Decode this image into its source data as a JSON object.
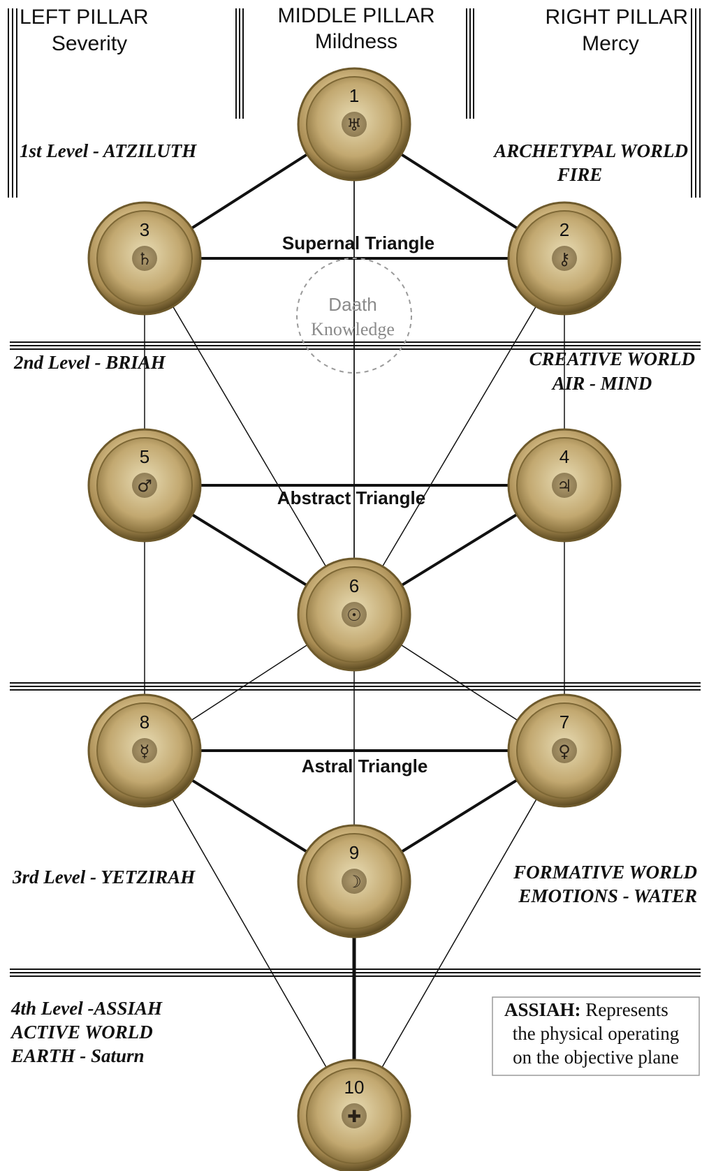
{
  "pillars": {
    "left": {
      "title": "LEFT PILLAR",
      "subtitle": "Severity"
    },
    "middle": {
      "title": "MIDDLE PILLAR",
      "subtitle": "Mildness"
    },
    "right": {
      "title": "RIGHT PILLAR",
      "subtitle": "Mercy"
    }
  },
  "levels": {
    "first": {
      "left": "1st Level - ATZILUTH",
      "right_line1": "ARCHETYPAL WORLD",
      "right_line2": "FIRE"
    },
    "second": {
      "left": "2nd Level - BRIAH",
      "right_line1": "CREATIVE WORLD",
      "right_line2": "AIR - MIND"
    },
    "third": {
      "left": "3rd Level - YETZIRAH",
      "right_line1": "FORMATIVE WORLD",
      "right_line2": "EMOTIONS - WATER"
    },
    "fourth": {
      "line1": "4th Level -ASSIAH",
      "line2": "ACTIVE WORLD",
      "line3": "EARTH - Saturn"
    }
  },
  "triangles": {
    "supernal": "Supernal Triangle",
    "abstract": "Abstract Triangle",
    "astral": "Astral Triangle"
  },
  "daath": {
    "line1": "Daath",
    "line2": "Knowledge"
  },
  "note": {
    "bold": "ASSIAH:",
    "line1_rest": " Represents",
    "line2": "the physical operating",
    "line3": "on the objective plane"
  },
  "sephiroth": [
    {
      "num": "1",
      "symbol": "♅",
      "icon": "uranus-icon"
    },
    {
      "num": "2",
      "symbol": "⚷",
      "icon": "chiron-icon"
    },
    {
      "num": "3",
      "symbol": "♄",
      "icon": "saturn-icon"
    },
    {
      "num": "4",
      "symbol": "♃",
      "icon": "jupiter-icon"
    },
    {
      "num": "5",
      "symbol": "♂",
      "icon": "mars-icon"
    },
    {
      "num": "6",
      "symbol": "☉",
      "icon": "sun-icon"
    },
    {
      "num": "7",
      "symbol": "♀",
      "icon": "venus-icon"
    },
    {
      "num": "8",
      "symbol": "☿",
      "icon": "mercury-icon"
    },
    {
      "num": "9",
      "symbol": "☽",
      "icon": "moon-icon"
    },
    {
      "num": "10",
      "symbol": "✚",
      "icon": "earth-cross-icon"
    }
  ],
  "colors": {
    "gong_light": "#f3e6b8",
    "gong_mid": "#c9ad72",
    "gong_dark": "#6e5a2c",
    "line": "#111111",
    "daath": "#9a9a9a"
  }
}
